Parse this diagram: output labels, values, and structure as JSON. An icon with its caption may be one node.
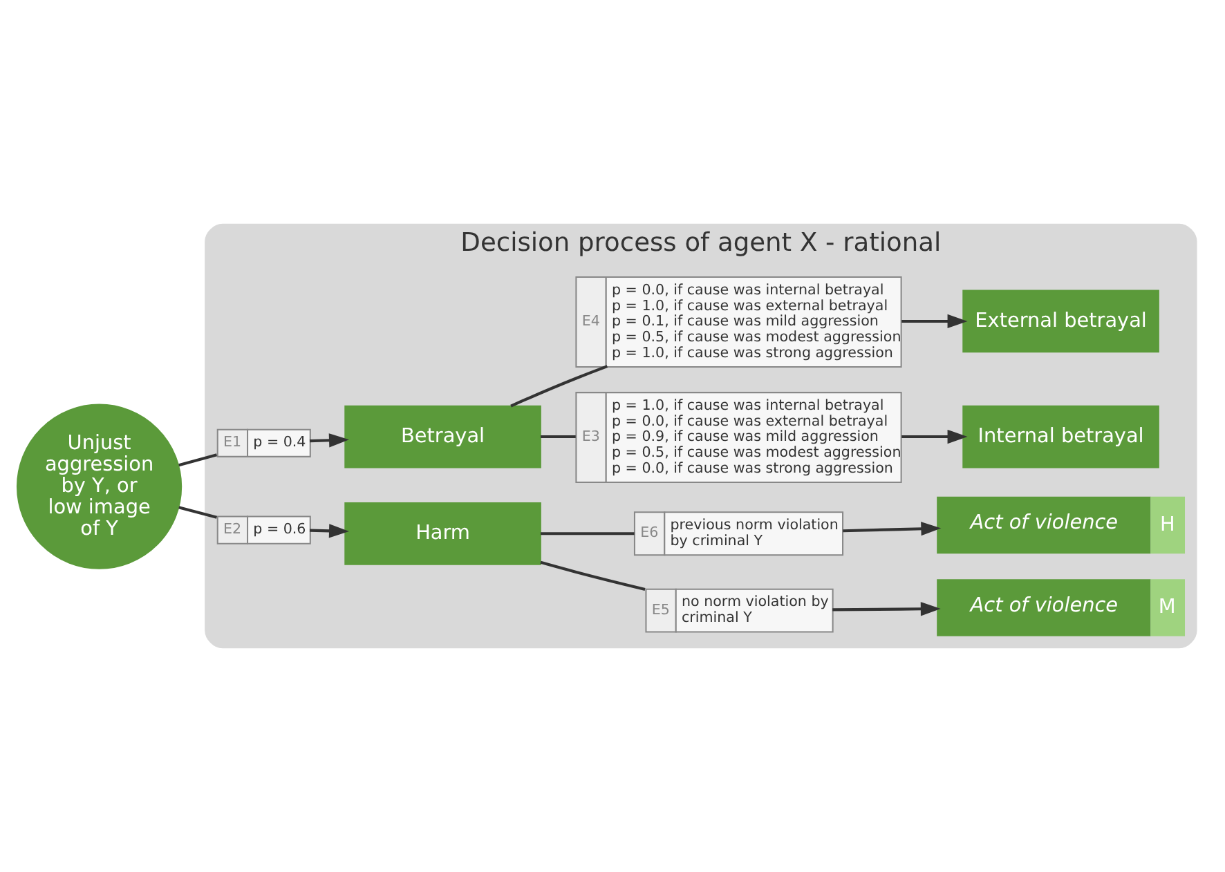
{
  "diagram": {
    "nodes": [
      {
        "text": [
          "Decision process of agent X - rational"
        ]
      },
      {
        "text": [
          "Unjust aggression by Y, or low image of Y"
        ]
      },
      {
        "text": [
          "E1",
          "p = 0.4"
        ],
        "in": 0
      },
      {
        "text": [
          "Betrayal"
        ],
        "in": 0
      },
      {
        "text": [
          "E3",
          "p = 1.0, if cause was internal betrayal",
          "p = 0.0, if cause was external betrayal",
          "p = 0.9, if cause was mild aggression",
          "p = 0.5, if cause was modest aggression",
          "p = 0.0, if cause was strong aggression"
        ],
        "in": 0
      },
      {
        "text": [
          "Internal betrayal"
        ],
        "in": 0
      },
      {
        "text": [
          "E4",
          "p = 0.0, if cause was internal betrayal",
          "p = 1.0, if cause was external betrayal",
          "p = 0.1, if cause was mild aggression",
          "p = 0.5, if cause was modest aggression",
          "p = 1.0, if cause was strong aggression"
        ],
        "in": 0
      },
      {
        "text": [
          "External betrayal"
        ],
        "in": 0
      },
      {
        "text": [
          "E2",
          "p = 0.6"
        ],
        "in": 0
      },
      {
        "text": [
          "Harm"
        ],
        "in": 0
      },
      {
        "text": [
          "E5",
          "no norm violation by criminal Y"
        ],
        "in": 0
      },
      {
        "text": [
          "Act of violence",
          "M"
        ],
        "in": 0
      },
      {
        "text": [
          "E6",
          "previous norm violation by criminal Y"
        ],
        "in": 0
      },
      {
        "text": [
          "Act of violence",
          "H"
        ],
        "in": 0
      }
    ],
    "edges": [
      {
        "from": 1,
        "to": 2,
        "arrow": "none"
      },
      {
        "from": 2,
        "to": 3,
        "arrow": "to"
      },
      {
        "from": 3,
        "to": 4,
        "arrow": "none"
      },
      {
        "from": 4,
        "to": 5,
        "arrow": "to"
      },
      {
        "from": 3,
        "to": 6,
        "arrow": "none"
      },
      {
        "from": 6,
        "to": 7,
        "arrow": "to"
      },
      {
        "from": 1,
        "to": 8,
        "arrow": "none"
      },
      {
        "from": 8,
        "to": 9,
        "arrow": "to"
      },
      {
        "from": 9,
        "to": 10,
        "arrow": "none"
      },
      {
        "from": 10,
        "to": 11,
        "arrow": "to"
      },
      {
        "from": 9,
        "to": 12,
        "arrow": "none"
      },
      {
        "from": 12,
        "to": 13,
        "arrow": "to"
      }
    ]
  }
}
